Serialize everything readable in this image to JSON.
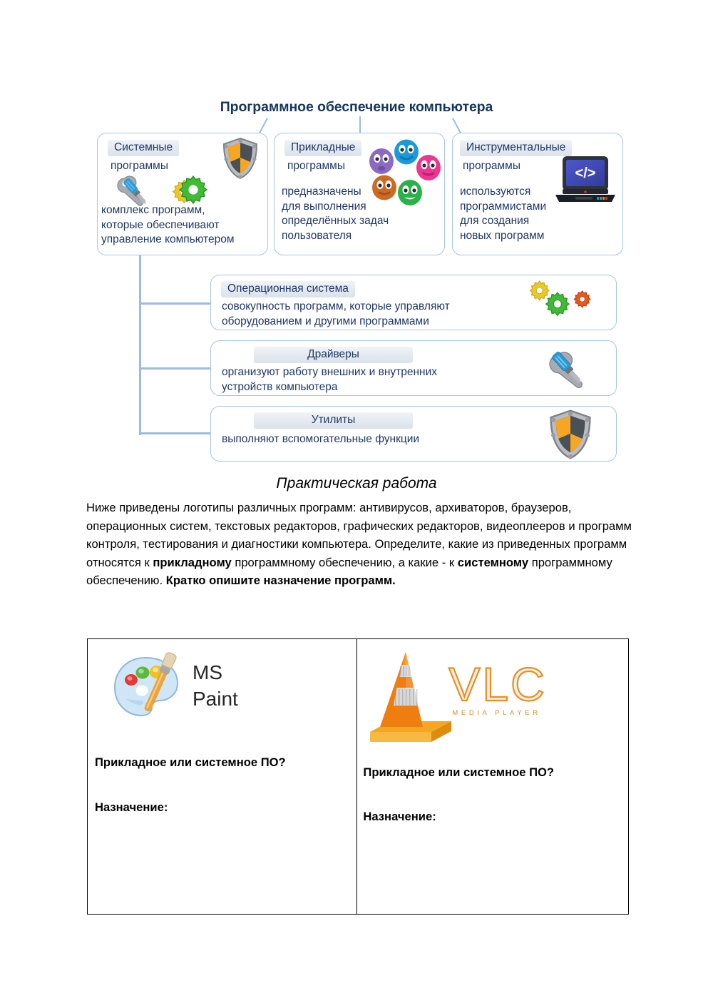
{
  "diagram": {
    "title": "Программное обеспечение компьютера",
    "top_cards": [
      {
        "chip": "Системные",
        "subtitle": "программы",
        "description": "комплекс программ,\nкоторые обеспечивают\nуправление компьютером",
        "icons": [
          "shield-icon",
          "wrench-screwdriver-icon",
          "gears-icon"
        ]
      },
      {
        "chip": "Прикладные",
        "subtitle": "программы",
        "description": "предназначены\nдля выполнения\nопределённых задач\nпользователя",
        "icons": [
          "smiley-faces-icon"
        ]
      },
      {
        "chip": "Инструментальные",
        "subtitle": "программы",
        "description": "используются\nпрограммистами\nдля создания\nновых программ",
        "icons": [
          "laptop-code-icon"
        ]
      }
    ],
    "sub_cards": [
      {
        "chip": "Операционная система",
        "description": "совокупность программ, которые управляют\nоборудованием и другими программами",
        "icon": "gears-icon"
      },
      {
        "chip": "Драйверы",
        "description": "организуют работу внешних и внутренних\nустройств компьютера",
        "icon": "wrench-screwdriver-icon"
      },
      {
        "chip": "Утилиты",
        "description": "выполняют вспомогательные функции",
        "icon": "shield-icon"
      }
    ],
    "colors": {
      "title": "#17365d",
      "text": "#1f3864",
      "card_border": "#a8c6e4",
      "connector": "#9dbbdd",
      "chip_bg": "#e3e9f0"
    }
  },
  "practical_work": {
    "heading": "Практическая работа",
    "paragraph_parts": [
      {
        "text": "Ниже приведены логотипы различных программ: антивирусов, архиваторов, браузеров, операционных систем, текстовых редакторов, графических редакторов, видеоплееров и программ контроля, тестирования и диагностики компьютера. Определите, какие из приведенных программ относятся к ",
        "bold": false
      },
      {
        "text": "прикладному",
        "bold": true
      },
      {
        "text": " программному обеспечению, а какие - к ",
        "bold": false
      },
      {
        "text": "системному",
        "bold": true
      },
      {
        "text": " программному обеспечению. ",
        "bold": false
      },
      {
        "text": "Кратко опишите назначение программ.",
        "bold": true
      }
    ]
  },
  "table": {
    "cells": [
      {
        "logo_name": "MS\nPaint",
        "logo_icon": "ms-paint-palette-icon",
        "question": "Прикладное или системное ПО?",
        "purpose_label": "Назначение:"
      },
      {
        "logo_name": "VLC",
        "logo_subtitle": "MEDIA PLAYER",
        "logo_icon": "vlc-cone-icon",
        "question": "Прикладное или системное ПО?",
        "purpose_label": "Назначение:"
      }
    ]
  }
}
